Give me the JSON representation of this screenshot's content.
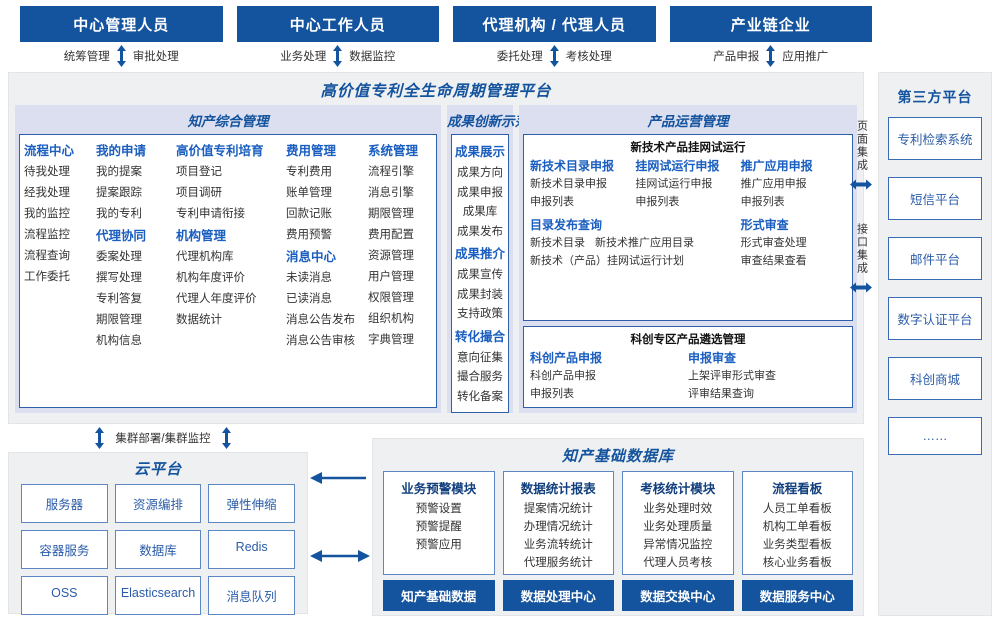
{
  "roles": [
    {
      "title": "中心管理人员",
      "left": "统筹管理",
      "right": "审批处理"
    },
    {
      "title": "中心工作人员",
      "left": "业务处理",
      "right": "数据监控"
    },
    {
      "title": "代理机构 / 代理人员",
      "left": "委托处理",
      "right": "考核处理"
    },
    {
      "title": "产业链企业",
      "left": "产品申报",
      "right": "应用推广"
    }
  ],
  "platform": {
    "title": "高价值专利全生命周期管理平台",
    "sections": {
      "ip": {
        "head": "知产综合管理",
        "columns": [
          {
            "groups": [
              {
                "head": "流程中心",
                "items": [
                  "待我处理",
                  "经我处理",
                  "我的监控",
                  "流程监控",
                  "流程查询",
                  "工作委托"
                ]
              }
            ]
          },
          {
            "groups": [
              {
                "head": "我的申请",
                "items": [
                  "我的提案",
                  "提案跟踪",
                  "我的专利"
                ]
              },
              {
                "head": "代理协同",
                "items": [
                  "委案处理",
                  "撰写处理",
                  "专利答复",
                  "期限管理",
                  "机构信息"
                ]
              }
            ]
          },
          {
            "groups": [
              {
                "head": "高价值专利培育",
                "items": [
                  "项目登记",
                  "项目调研",
                  "专利申请衔接"
                ]
              },
              {
                "head": "机构管理",
                "items": [
                  "代理机构库",
                  "机构年度评价",
                  "代理人年度评价",
                  "数据统计"
                ]
              }
            ]
          },
          {
            "groups": [
              {
                "head": "费用管理",
                "items": [
                  "专利费用",
                  "账单管理",
                  "回款记账",
                  "费用预警"
                ]
              },
              {
                "head": "消息中心",
                "items": [
                  "未读消息",
                  "已读消息",
                  "消息公告发布",
                  "消息公告审核"
                ]
              }
            ]
          },
          {
            "groups": [
              {
                "head": "系统管理",
                "items": [
                  "流程引擎",
                  "消息引擎",
                  "期限管理",
                  "费用配置",
                  "资源管理",
                  "用户管理",
                  "权限管理",
                  "组织机构",
                  "字典管理"
                ]
              }
            ]
          }
        ]
      },
      "achievement": {
        "head": "成果创新示范",
        "groups": [
          {
            "head": "成果展示",
            "items": [
              "成果方向",
              "成果申报",
              "成果库",
              "成果发布"
            ]
          },
          {
            "head": "成果推介",
            "items": [
              "成果宣传",
              "成果封装",
              "支持政策"
            ]
          },
          {
            "head": "转化撮合",
            "items": [
              "意向征集",
              "撮合服务",
              "转化备案"
            ]
          }
        ]
      },
      "product": {
        "head": "产品运营管理",
        "box1": {
          "title": "新技术产品挂网试运行",
          "row1": [
            {
              "head": "新技术目录申报",
              "items": [
                "新技术目录申报",
                "申报列表"
              ]
            },
            {
              "head": "挂网试运行申报",
              "items": [
                "挂网试运行申报",
                "申报列表"
              ]
            },
            {
              "head": "推广应用申报",
              "items": [
                "推广应用申报",
                "申报列表"
              ]
            }
          ],
          "row2_left": {
            "head": "目录发布查询",
            "inline": [
              "新技术目录",
              "新技术推广应用目录"
            ],
            "items": [
              "新技术（产品）挂网试运行计划"
            ]
          },
          "row2_right": {
            "head": "形式审查",
            "items": [
              "形式审查处理",
              "审查结果查看"
            ]
          }
        },
        "box2": {
          "title": "科创专区产品遴选管理",
          "cols": [
            {
              "head": "科创产品申报",
              "items": [
                "科创产品申报",
                "申报列表"
              ]
            },
            {
              "head": "申报审查",
              "items": [
                "上架评审形式审查",
                "评审结果查询"
              ]
            }
          ]
        }
      }
    }
  },
  "integration": {
    "page": "页面集成",
    "api": "接口集成"
  },
  "third_party": {
    "title": "第三方平台",
    "items": [
      "专利检索系统",
      "短信平台",
      "邮件平台",
      "数字认证平台",
      "科创商城",
      "……"
    ]
  },
  "cluster": {
    "label": "集群部署/集群监控"
  },
  "cloud": {
    "title": "云平台",
    "items": [
      "服务器",
      "资源编排",
      "弹性伸缩",
      "容器服务",
      "数据库",
      "Redis",
      "OSS",
      "Elasticsearch",
      "消息队列"
    ]
  },
  "database": {
    "title": "知产基础数据库",
    "columns": [
      {
        "head": "业务预警模块",
        "items": [
          "预警设置",
          "预警提醒",
          "预警应用"
        ],
        "foot": "知产基础数据"
      },
      {
        "head": "数据统计报表",
        "items": [
          "提案情况统计",
          "办理情况统计",
          "业务流转统计",
          "代理服务统计"
        ],
        "foot": "数据处理中心"
      },
      {
        "head": "考核统计模块",
        "items": [
          "业务处理时效",
          "业务处理质量",
          "异常情况监控",
          "代理人员考核"
        ],
        "foot": "数据交换中心"
      },
      {
        "head": "流程看板",
        "items": [
          "人员工单看板",
          "机构工单看板",
          "业务类型看板",
          "核心业务看板"
        ],
        "foot": "数据服务中心"
      }
    ]
  },
  "colors": {
    "brand": "#14539e",
    "panel": "#eef0f1",
    "section": "#dcdff0",
    "border": "#2f5fa8",
    "accent": "#1a5ec0"
  }
}
